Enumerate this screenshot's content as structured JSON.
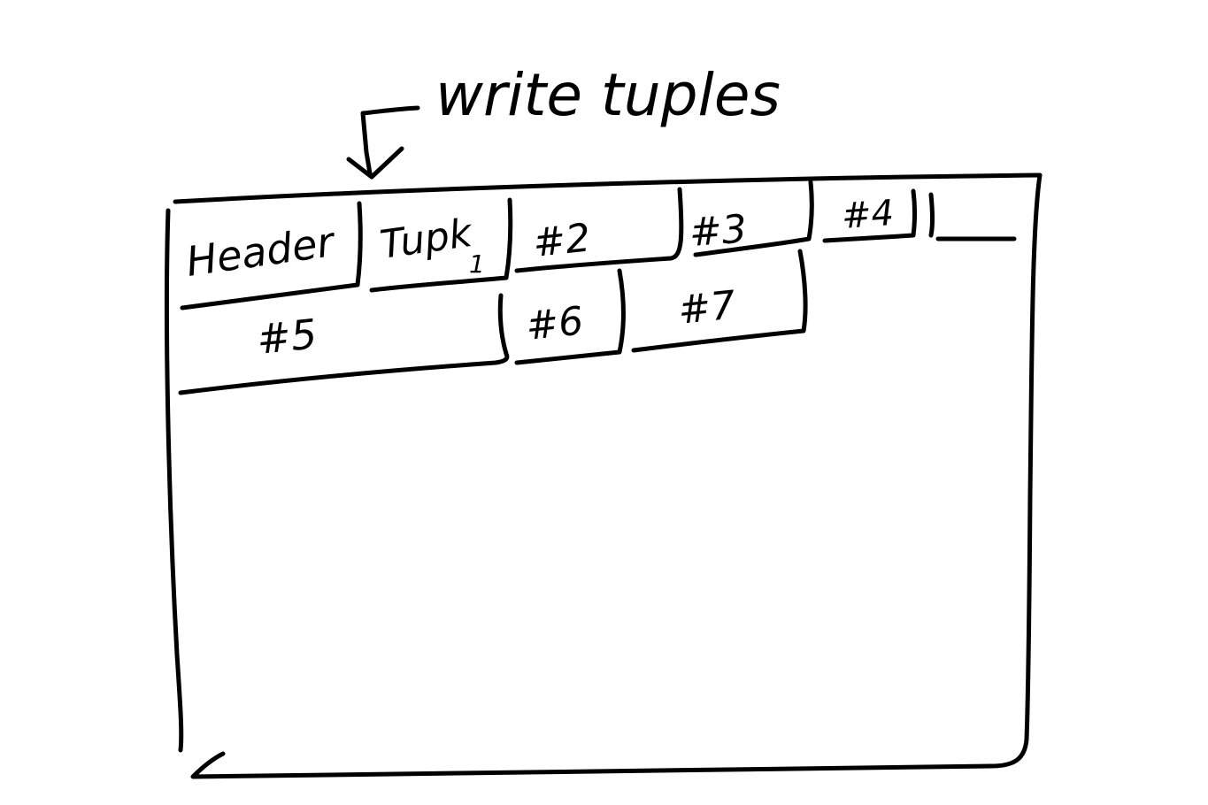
{
  "annotation": {
    "text": "write tuples",
    "arrow_icon": "down-arrow-icon"
  },
  "page": {
    "header_label": "Header",
    "tuples": [
      {
        "label": "Tupk",
        "subscript": "1"
      },
      {
        "label": "#2"
      },
      {
        "label": "#3"
      },
      {
        "label": "#4"
      },
      {
        "label": ""
      },
      {
        "label": "#5"
      },
      {
        "label": "#6"
      },
      {
        "label": "#7"
      }
    ]
  },
  "colors": {
    "ink": "#000000",
    "paper": "#ffffff"
  }
}
